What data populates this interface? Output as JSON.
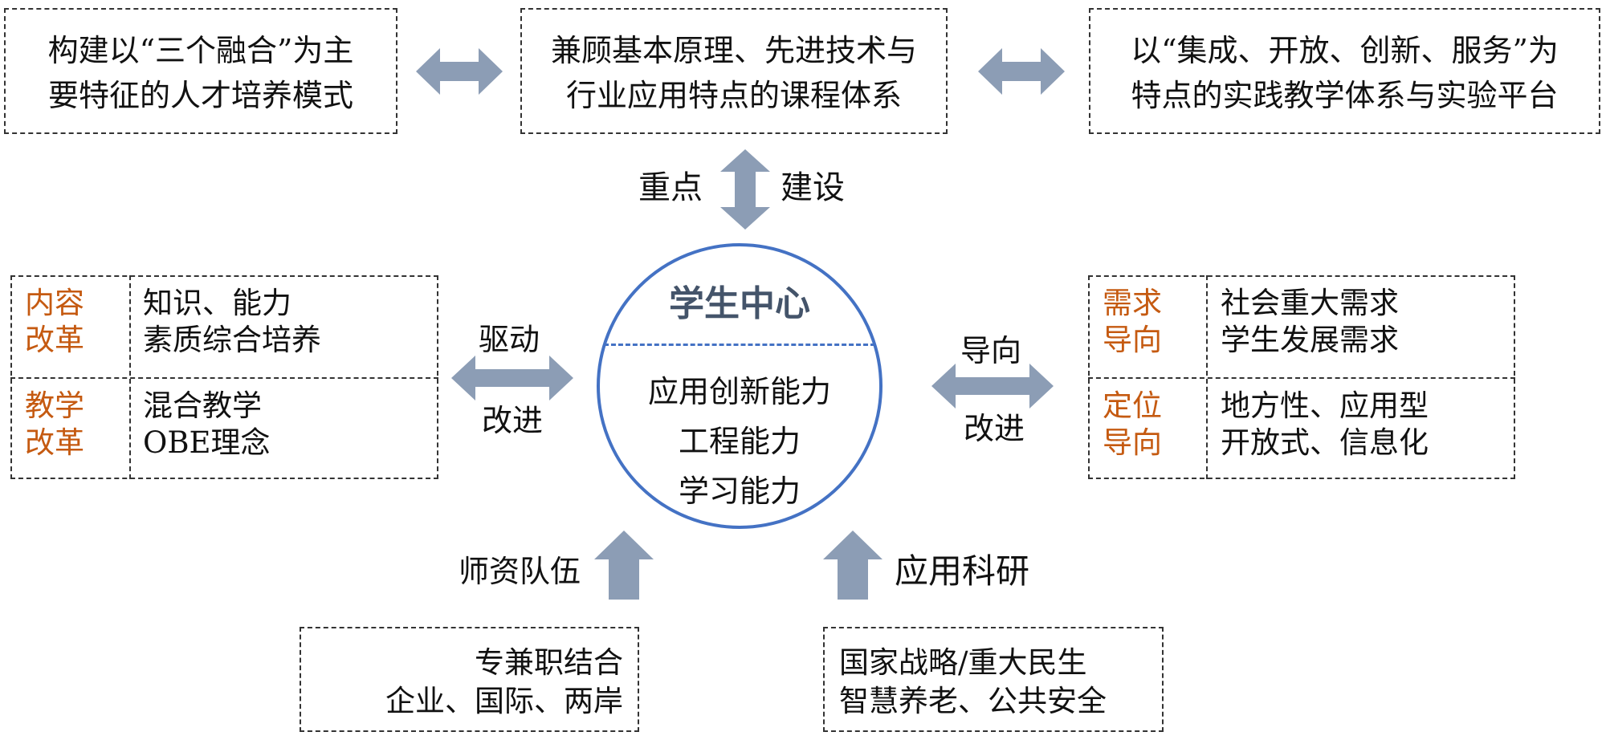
{
  "top_boxes": [
    {
      "line1": "构建以“三个融合”为主",
      "line2": "要特征的人才培养模式"
    },
    {
      "line1": "兼顾基本原理、先进技术与",
      "line2": "行业应用特点的课程体系"
    },
    {
      "line1": "以“集成、开放、创新、服务”为",
      "line2": "特点的实践教学体系与实验平台"
    }
  ],
  "top_link": {
    "left": "重点",
    "right": "建设"
  },
  "center": {
    "title": "学生中心",
    "abilities": [
      "应用创新能力",
      "工程能力",
      "学习能力"
    ]
  },
  "left_table": {
    "rows": [
      {
        "head1": "内容",
        "head2": "改革",
        "item1": "知识、能力",
        "item2": "素质综合培养"
      },
      {
        "head1": "教学",
        "head2": "改革",
        "item1": "混合教学",
        "item2": "OBE理念"
      }
    ]
  },
  "left_link": {
    "top": "驱动",
    "bottom": "改进"
  },
  "right_table": {
    "rows": [
      {
        "head1": "需求",
        "head2": "导向",
        "item1": "社会重大需求",
        "item2": "学生发展需求"
      },
      {
        "head1": "定位",
        "head2": "导向",
        "item1": "地方性、应用型",
        "item2": "开放式、信息化"
      }
    ]
  },
  "right_link": {
    "top": "导向",
    "bottom": "改进"
  },
  "bottom_left": {
    "label": "师资队伍",
    "line1": "专兼职结合",
    "line2": "企业、国际、两岸"
  },
  "bottom_right": {
    "label": "应用科研",
    "line1": "国家战略/重大民生",
    "line2": "智慧养老、公共安全"
  },
  "colors": {
    "arrow": "#8c9db5",
    "circle": "#4472c4",
    "title": "#44546a",
    "accent": "#c55a11"
  }
}
